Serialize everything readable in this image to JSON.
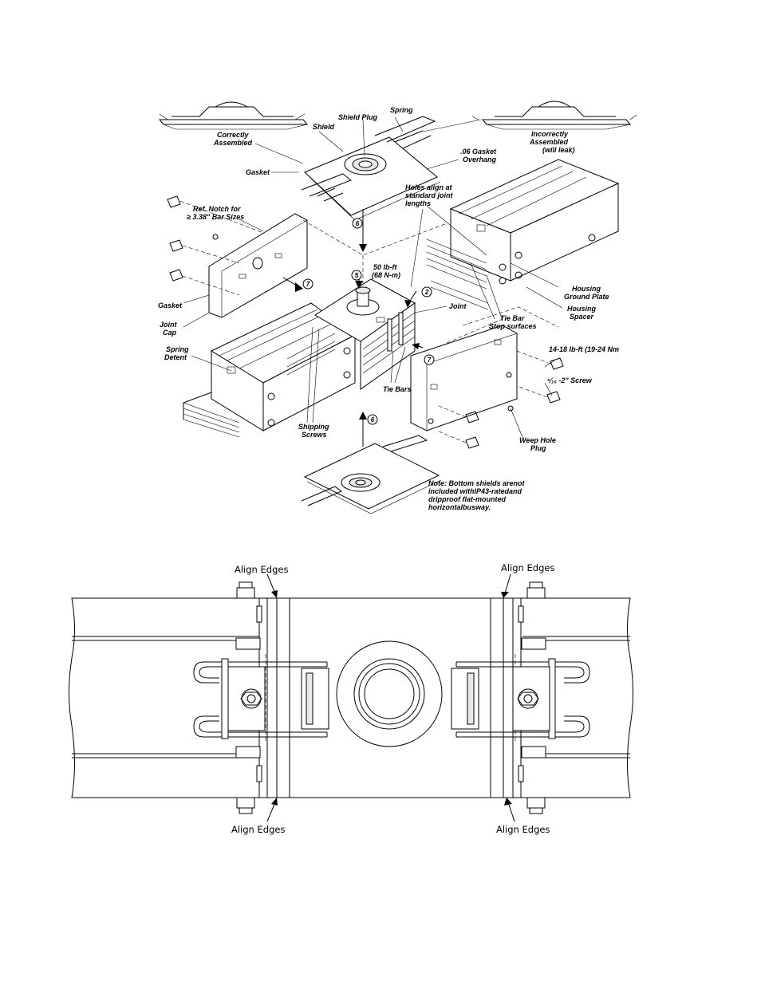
{
  "exploded_view": {
    "labels": {
      "correctly_assembled": [
        "Correctly",
        "Assembled"
      ],
      "shield": "Shield",
      "shield_plug": "Shield Plug",
      "spring": "Spring",
      "incorrectly_assembled": [
        "Incorrectly",
        "Assembled",
        "(will leak)"
      ],
      "gasket_top": "Gasket",
      "gasket_overhang": [
        ".06 Gasket",
        "Overhang"
      ],
      "holes_align": [
        "Holes align at",
        "standard joint",
        "lengths"
      ],
      "ref_notch": [
        "Ref. Notch for",
        "≥ 3.38\" Bar Sizes"
      ],
      "torque_50": [
        "50 lb-ft",
        "(68 N-m)"
      ],
      "housing_ground_plate": [
        "Housing",
        "Ground Plate"
      ],
      "housing_spacer": [
        "Housing",
        "Spacer"
      ],
      "gasket_left": "Gasket",
      "joint_cap": [
        "Joint",
        "Cap"
      ],
      "joint": "Joint",
      "tie_bar_stop": [
        "Tie Bar",
        "Stop surfaces"
      ],
      "spring_detent": [
        "Spring",
        "Detent"
      ],
      "torque_14_18": "14-18 lb-ft (19-24 Nm",
      "screw": "⁵⁄₁₆ -2\" Screw",
      "tie_bars": "Tie Bars",
      "shipping_screws": [
        "Shipping",
        "Screws"
      ],
      "weep_hole_plug": [
        "Weep Hole",
        "Plug"
      ],
      "note": [
        "Note: Bottom shields arenot",
        "included withIP43-ratedand",
        "dripproof flat-mounted",
        "horizontalbusway."
      ]
    },
    "steps": [
      "6",
      "5",
      "2",
      "7",
      "7",
      "6"
    ]
  },
  "plan_view": {
    "align_edges_top_left": "Align Edges",
    "align_edges_top_right": "Align Edges",
    "align_edges_bottom_left": "Align Edges",
    "align_edges_bottom_right": "Align Edges"
  }
}
